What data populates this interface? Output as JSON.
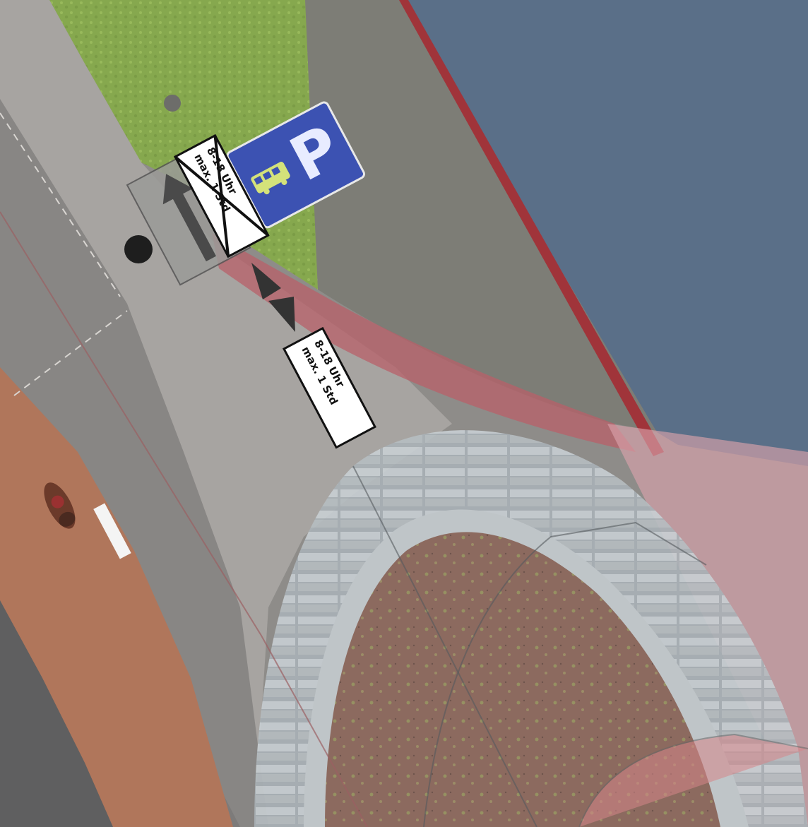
{
  "map": {
    "colors": {
      "grass": "#86a84e",
      "gravel": "#7d7d76",
      "parking": "#5a6f88",
      "sidewalk": "#a7a4a1",
      "road": "#6f6e6e",
      "bike_lane": "#b0765b",
      "overlay_red": "#b8606a",
      "overlay_pink": "#d9a1aa",
      "roof_edge": "#bfc5c8",
      "roof_garden": "#8c6a5f"
    },
    "features": {
      "parking_sign": {
        "letter": "P",
        "color": "#3c52b2"
      },
      "bus_parking_panel": {
        "icon": "bus-icon"
      },
      "zusatz_sign_crossed": {
        "lines": [
          "max. 1 Std",
          "8-18 Uhr"
        ]
      },
      "zusatz_sign": {
        "lines": [
          "max. 1 Std",
          "8-18 Uhr"
        ]
      },
      "direction_arrow": {
        "icon": "arrow-up-icon"
      },
      "point_marker": {
        "icon": "dot-icon"
      },
      "triangle_markers": {
        "icon": "triangle-icon"
      },
      "cyclist": {
        "icon": "cyclist-icon"
      }
    }
  }
}
